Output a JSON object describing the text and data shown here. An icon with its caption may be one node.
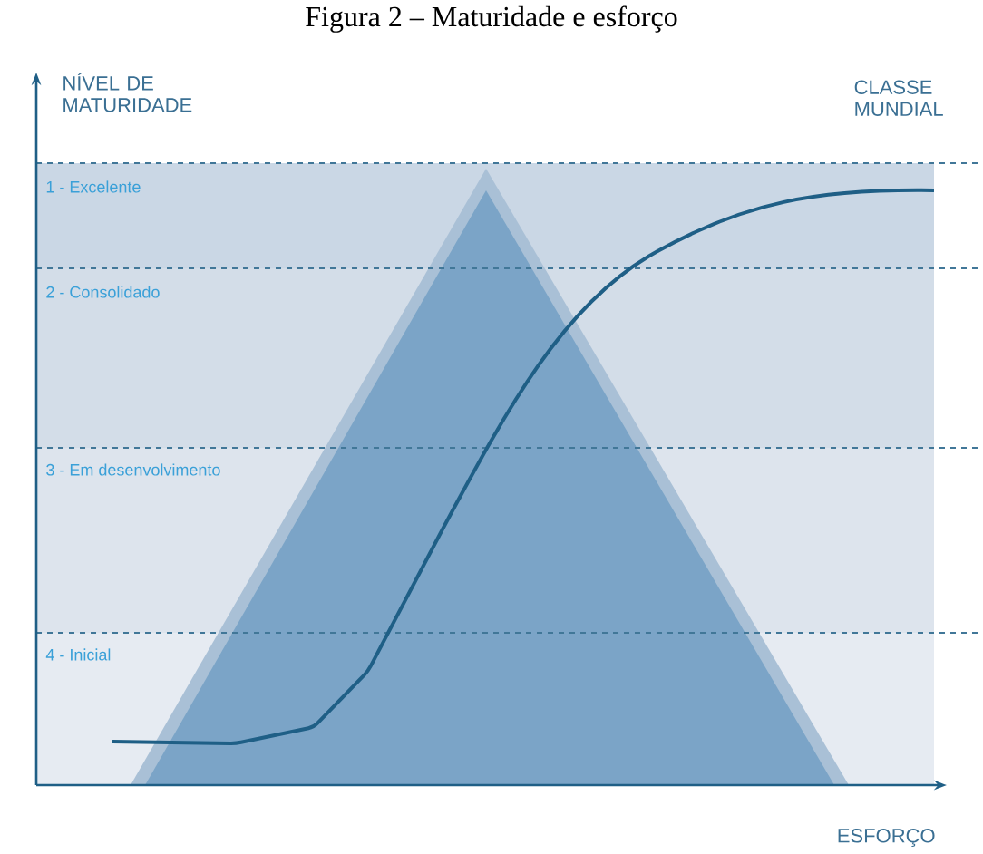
{
  "diagram": {
    "title": "Figura 2 – Maturidade e esforço",
    "labels": [
      "NÍVEL DE MATURIDADE",
      "CLASSE MUNDIAL",
      "1 - Excelente",
      "2 - Consolidado",
      "3 - Em desenvolvimento",
      "4 - Inicial",
      "ESFORÇO"
    ]
  }
}
